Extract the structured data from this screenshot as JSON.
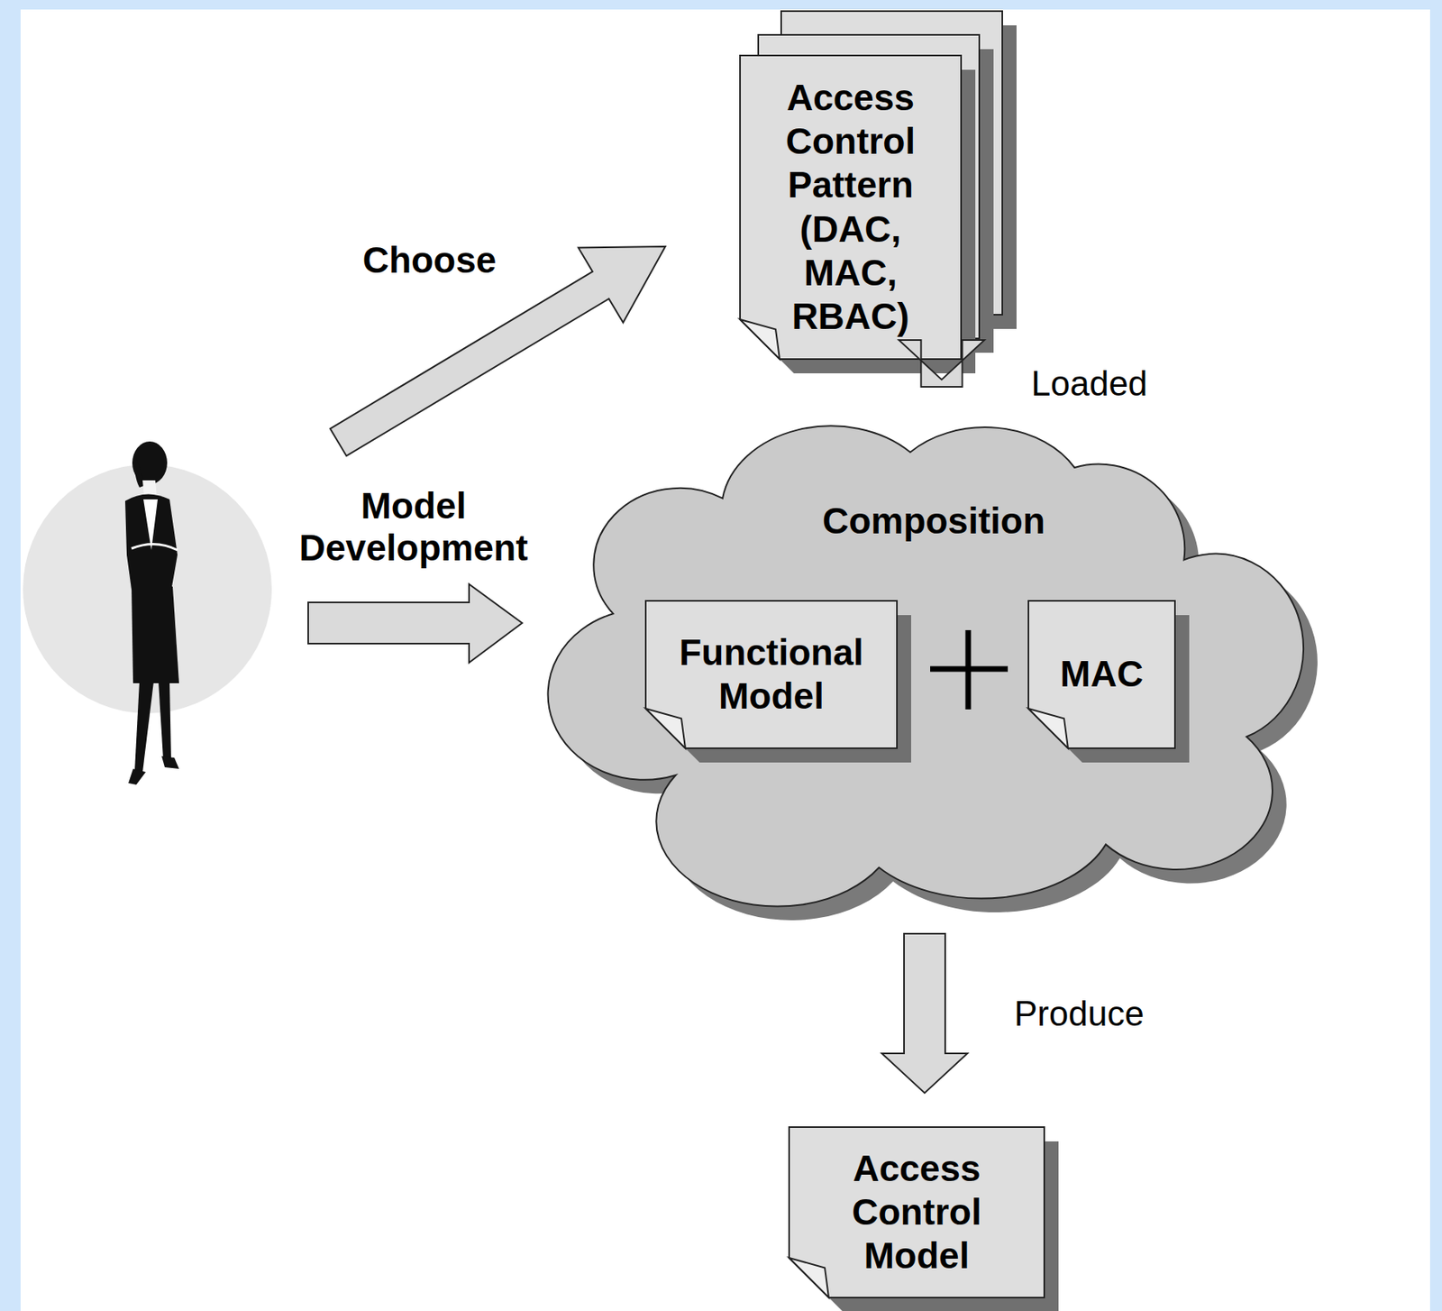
{
  "diagram": {
    "nodes": [
      {
        "text": [
          "Access Control Pattern (DAC, MAC, RBAC)"
        ]
      },
      {
        "text": [
          "Composition"
        ]
      },
      {
        "text": [
          "Functional Model"
        ],
        "in": 1
      },
      {
        "text": [
          "MAC"
        ],
        "in": 1
      },
      {
        "text": [
          "Access Control Model"
        ]
      }
    ],
    "edges": [
      {
        "from": 0,
        "to": 1,
        "arrow": "to",
        "label": "Loaded"
      },
      {
        "from": 1,
        "to": 4,
        "arrow": "to",
        "label": "Produce"
      }
    ],
    "labels": [
      "Choose",
      "Model Development"
    ]
  }
}
